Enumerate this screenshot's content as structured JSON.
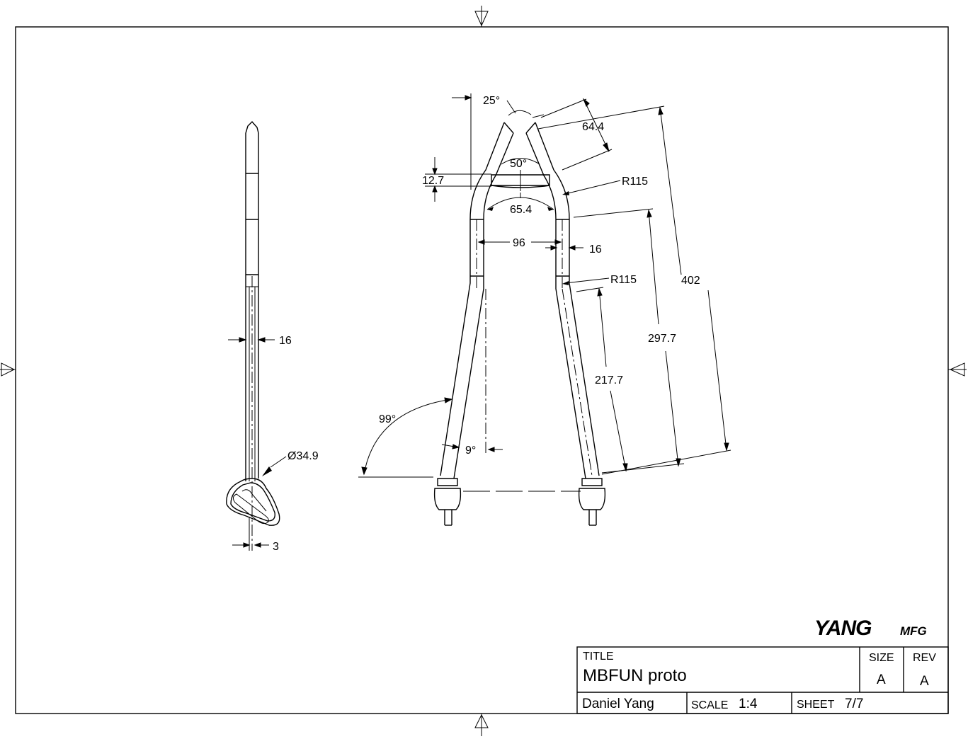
{
  "title_block": {
    "title_label": "TITLE",
    "title_value": "MBFUN proto",
    "size_label": "SIZE",
    "size_value": "A",
    "rev_label": "REV",
    "rev_value": "A",
    "author": "Daniel Yang",
    "scale_label": "SCALE",
    "scale_value": "1:4",
    "sheet_label": "SHEET",
    "sheet_value": "7/7"
  },
  "logo": {
    "main": "YANG",
    "suffix": "MFG"
  },
  "dimensions": {
    "side_width": "16",
    "side_diameter": "Ø34.9",
    "side_offset": "3",
    "angle_top": "25°",
    "angle_inner": "50°",
    "top_length": "64.4",
    "top_offset": "12.7",
    "arc_chord": "65.4",
    "radius_upper": "R115",
    "radius_lower": "R115",
    "inner_width": "96",
    "tube_width": "16",
    "overall_length": "402",
    "straight_length": "297.7",
    "lower_length": "217.7",
    "angle_leg": "99°",
    "angle_tilt": "9°"
  }
}
